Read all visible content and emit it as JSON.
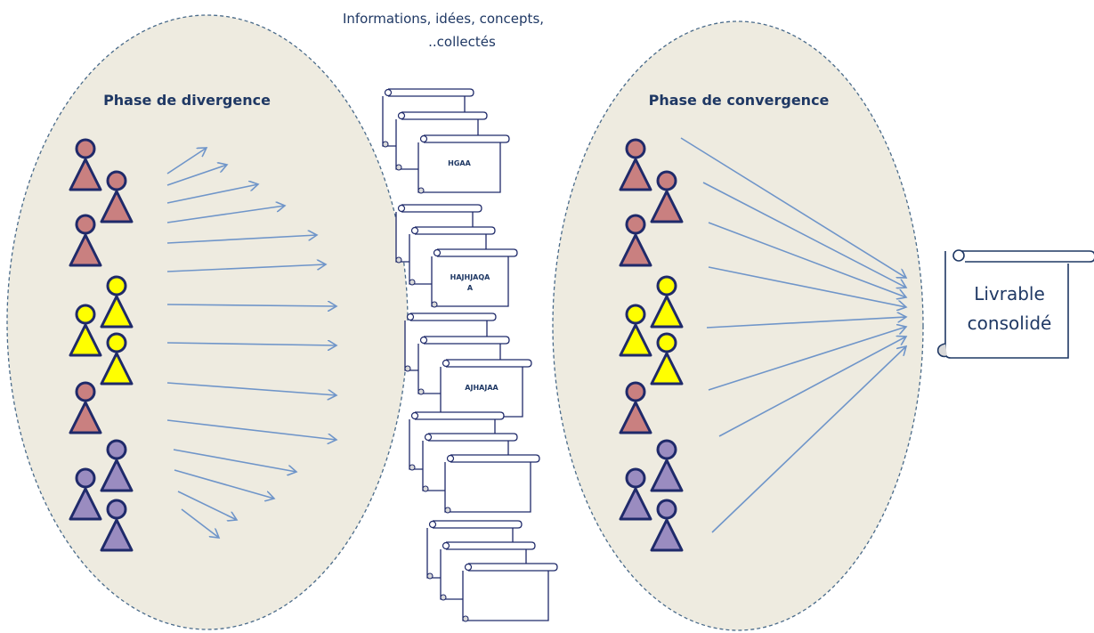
{
  "diagram": {
    "center_title_line1": "Informations, idées, concepts,",
    "center_title_line2": "..collectés",
    "divergence": {
      "title": "Phase de divergence"
    },
    "convergence": {
      "title": "Phase de convergence"
    },
    "deliverable": {
      "line1": "Livrable",
      "line2": "consolidé"
    },
    "documents": [
      {
        "label_lines": [
          "HGAA"
        ]
      },
      {
        "label_lines": [
          "HAJHJAQA",
          "A"
        ]
      },
      {
        "label_lines": [
          "AJHAJAA"
        ]
      },
      {
        "label_lines": []
      },
      {
        "label_lines": []
      }
    ]
  },
  "colors": {
    "ellipse_fill": "#eeebe0",
    "ellipse_border": "#4a6b8a",
    "arrow": "#6f95c9",
    "person_outline": "#1f2a6a",
    "pink": "#c98080",
    "yellow": "#ffff00",
    "purple": "#9a8cc0",
    "text": "#1f3864"
  },
  "people_groups": [
    "pink",
    "pink",
    "yellow",
    "yellow",
    "pink",
    "purple",
    "purple"
  ]
}
